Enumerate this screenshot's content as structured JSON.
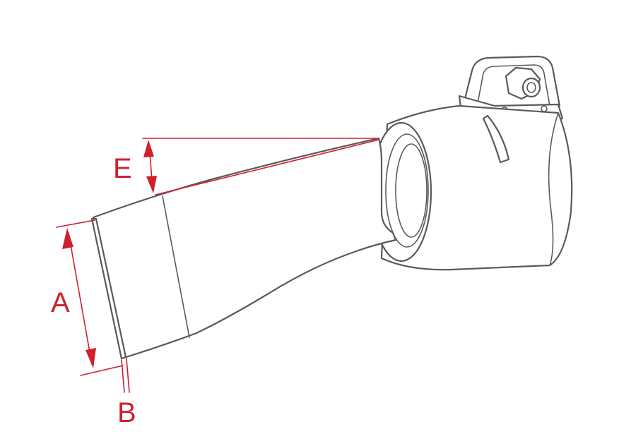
{
  "labels": {
    "a": "A",
    "b": "B",
    "e": "E"
  },
  "colors": {
    "outline": "#5a5a5c",
    "dimension": "#d0202e",
    "background": "#ffffff"
  }
}
